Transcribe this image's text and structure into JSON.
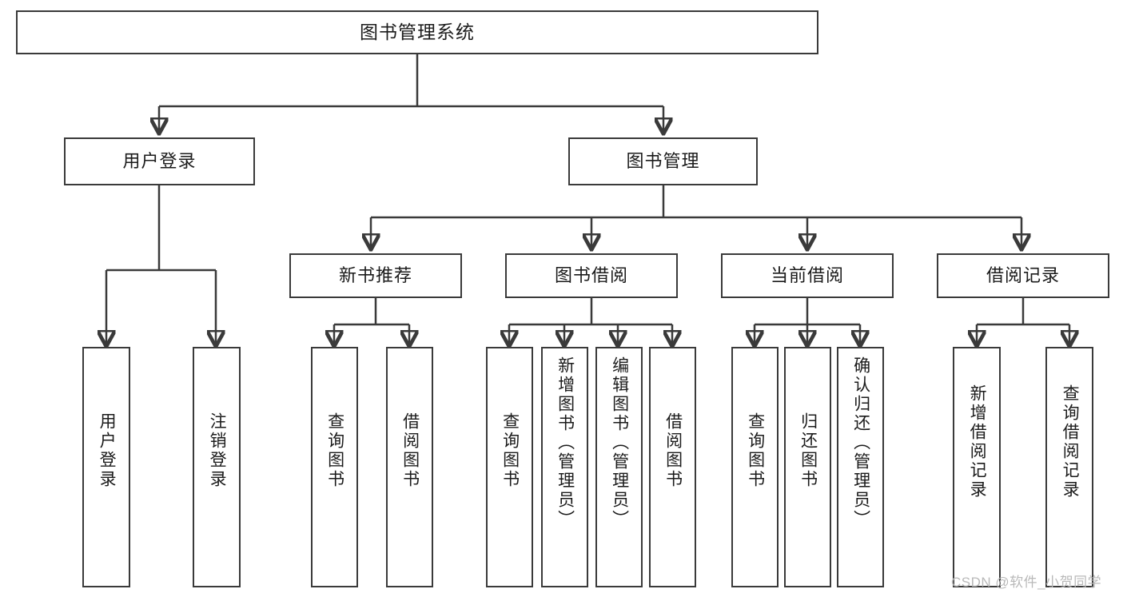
{
  "diagram": {
    "title_node": {
      "label": "图书管理系统"
    },
    "level1": [
      {
        "id": "user-login",
        "label": "用户登录"
      },
      {
        "id": "book-management",
        "label": "图书管理"
      }
    ],
    "level2": [
      {
        "id": "new-book-recommend",
        "label": "新书推荐"
      },
      {
        "id": "book-borrow",
        "label": "图书借阅"
      },
      {
        "id": "current-borrow",
        "label": "当前借阅"
      },
      {
        "id": "borrow-record",
        "label": "借阅记录"
      }
    ],
    "leaves": {
      "user_login": [
        {
          "id": "leaf-user-login",
          "label": "用户登录"
        },
        {
          "id": "leaf-logout-login",
          "label": "注销登录"
        }
      ],
      "new_book_recommend": [
        {
          "id": "leaf-query-book-1",
          "label": "查询图书"
        },
        {
          "id": "leaf-borrow-book-1",
          "label": "借阅图书"
        }
      ],
      "book_borrow": [
        {
          "id": "leaf-query-book-2",
          "label": "查询图书"
        },
        {
          "id": "leaf-add-book",
          "label": "新增图书（管理员）"
        },
        {
          "id": "leaf-edit-book",
          "label": "编辑图书（管理员）"
        },
        {
          "id": "leaf-borrow-book-2",
          "label": "借阅图书"
        }
      ],
      "current_borrow": [
        {
          "id": "leaf-query-book-3",
          "label": "查询图书"
        },
        {
          "id": "leaf-return-book",
          "label": "归还图书"
        },
        {
          "id": "leaf-confirm-return",
          "label": "确认归还（管理员）"
        }
      ],
      "borrow_record": [
        {
          "id": "leaf-add-record",
          "label": "新增借阅记录"
        },
        {
          "id": "leaf-query-record",
          "label": "查询借阅记录"
        }
      ]
    },
    "watermark": "CSDN @软件_小贺同学",
    "colors": {
      "stroke": "#3a3a3a",
      "fill": "#ffffff",
      "text": "#1b1b1b",
      "watermark": "#b9b9b9"
    }
  }
}
